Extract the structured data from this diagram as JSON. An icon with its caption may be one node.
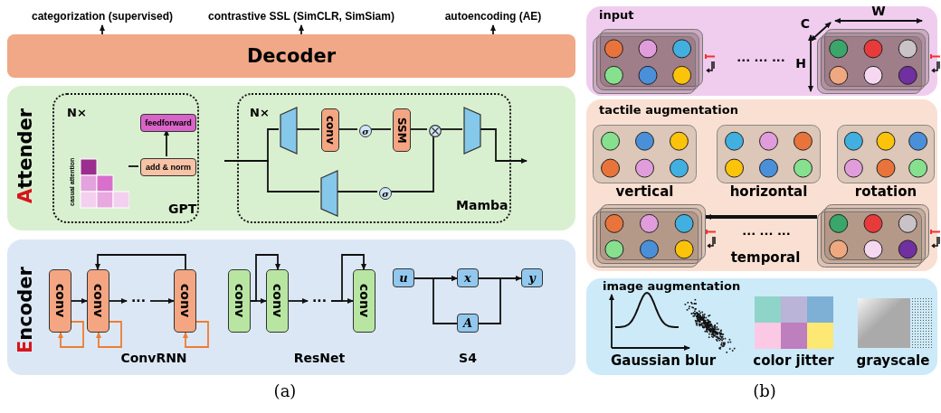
{
  "diagram": {
    "nodes": [
      {
        "text": [
          "categorization (supervised)"
        ]
      },
      {
        "text": [
          "contrastive SSL (SimCLR, SimSiam)"
        ]
      },
      {
        "text": [
          "autoencoding (AE)"
        ]
      },
      {
        "text": [
          "Decoder"
        ]
      },
      {
        "text": [
          "Attender"
        ]
      },
      {
        "text": [
          "N×",
          "GPT"
        ],
        "in": 4
      },
      {
        "text": [
          "casual attention"
        ],
        "in": 5
      },
      {
        "text": [
          "add & norm"
        ],
        "in": 5
      },
      {
        "text": [
          "feedforward"
        ],
        "in": 5
      },
      {
        "text": [
          "N×",
          "Mamba"
        ],
        "in": 4
      },
      {
        "text": [],
        "shape": "trapezoid",
        "in": 9
      },
      {
        "text": [
          "conv"
        ],
        "in": 9
      },
      {
        "text": [
          "σ"
        ],
        "in": 9
      },
      {
        "text": [
          "SSM"
        ],
        "in": 9
      },
      {
        "text": [],
        "shape": "circle",
        "in": 9
      },
      {
        "text": [],
        "shape": "trapezoid",
        "in": 9
      },
      {
        "text": [],
        "shape": "trapezoid",
        "in": 9
      },
      {
        "text": [
          "σ"
        ],
        "in": 9
      },
      {
        "text": [
          "Encoder"
        ]
      },
      {
        "text": [
          "conv"
        ],
        "in": 18
      },
      {
        "text": [
          "conv"
        ],
        "in": 18
      },
      {
        "text": [
          "···"
        ],
        "in": 18
      },
      {
        "text": [
          "conv"
        ],
        "in": 18
      },
      {
        "text": [
          "conv"
        ],
        "in": 18
      },
      {
        "text": [
          "conv"
        ],
        "in": 18
      },
      {
        "text": [
          "···"
        ],
        "in": 18
      },
      {
        "text": [
          "conv"
        ],
        "in": 18
      },
      {
        "text": [
          "u"
        ],
        "in": 18
      },
      {
        "text": [
          "x"
        ],
        "in": 18
      },
      {
        "text": [
          "y"
        ],
        "in": 18
      },
      {
        "text": [
          "A"
        ],
        "in": 18
      },
      {
        "text": [
          "input"
        ]
      },
      {
        "text": [],
        "shape": "box",
        "in": 31
      },
      {
        "text": [],
        "shape": "box",
        "in": 31
      },
      {
        "text": [
          "tactile augmentation"
        ]
      },
      {
        "text": [],
        "shape": "box",
        "in": 34,
        "beside": [
          "vertical"
        ]
      },
      {
        "text": [],
        "shape": "box",
        "in": 34,
        "beside": [
          "horizontal"
        ]
      },
      {
        "text": [],
        "shape": "box",
        "in": 34,
        "beside": [
          "rotation"
        ]
      },
      {
        "text": [],
        "shape": "box",
        "in": 34
      },
      {
        "text": [],
        "shape": "box",
        "in": 34
      },
      {
        "text": [
          "image augmentation"
        ]
      }
    ],
    "edges": [
      {
        "from": 3,
        "to": 0,
        "arrow": "to"
      },
      {
        "from": 3,
        "to": 1,
        "arrow": "to"
      },
      {
        "from": 3,
        "to": 2,
        "arrow": "to"
      },
      {
        "from": 6,
        "to": 7,
        "arrow": "none"
      },
      {
        "from": 7,
        "to": 8,
        "arrow": "to"
      },
      {
        "from": null,
        "to": 10,
        "arrow": "none"
      },
      {
        "from": null,
        "to": 16,
        "arrow": "none"
      },
      {
        "from": 10,
        "to": 11,
        "arrow": "none"
      },
      {
        "from": 11,
        "to": 12,
        "arrow": "none"
      },
      {
        "from": 12,
        "to": 13,
        "arrow": "none"
      },
      {
        "from": 13,
        "to": 14,
        "arrow": "none"
      },
      {
        "from": 14,
        "to": 15,
        "arrow": "none"
      },
      {
        "from": 15,
        "to": null,
        "arrow": "to"
      },
      {
        "from": 16,
        "to": 17,
        "arrow": "none"
      },
      {
        "from": 17,
        "to": 14,
        "arrow": "none"
      },
      {
        "from": 19,
        "to": 20,
        "arrow": "to"
      },
      {
        "from": 20,
        "to": 21,
        "arrow": "to"
      },
      {
        "from": 21,
        "to": 22,
        "arrow": "to"
      },
      {
        "from": 22,
        "to": 20,
        "arrow": "to"
      },
      {
        "from": 19,
        "to": 19,
        "arrow": "to",
        "color": "#ee7d32"
      },
      {
        "from": 20,
        "to": 20,
        "arrow": "to",
        "color": "#ee7d32"
      },
      {
        "from": 22,
        "to": 22,
        "arrow": "to",
        "color": "#ee7d32"
      },
      {
        "from": 23,
        "to": 24,
        "arrow": "to"
      },
      {
        "from": 24,
        "to": 25,
        "arrow": "to"
      },
      {
        "from": 25,
        "to": 26,
        "arrow": "to"
      },
      {
        "from": 23,
        "to": 24,
        "arrow": "to"
      },
      {
        "from": 25,
        "to": 26,
        "arrow": "to"
      },
      {
        "from": 27,
        "to": 28,
        "arrow": "to"
      },
      {
        "from": 28,
        "to": 29,
        "arrow": "to"
      },
      {
        "from": 28,
        "to": 30,
        "arrow": "none"
      },
      {
        "from": 30,
        "to": 28,
        "arrow": "to"
      },
      {
        "from": 39,
        "to": 38,
        "arrow": "to",
        "style": "thick"
      }
    ],
    "labels": [
      "ConvRNN",
      "ResNet",
      "S4",
      "··· ··· ···",
      "C",
      "W",
      "H",
      "··· ··· ···",
      "temporal",
      "Gaussian blur",
      "color jitter",
      "grayscale",
      "(a)",
      "(b)"
    ]
  }
}
